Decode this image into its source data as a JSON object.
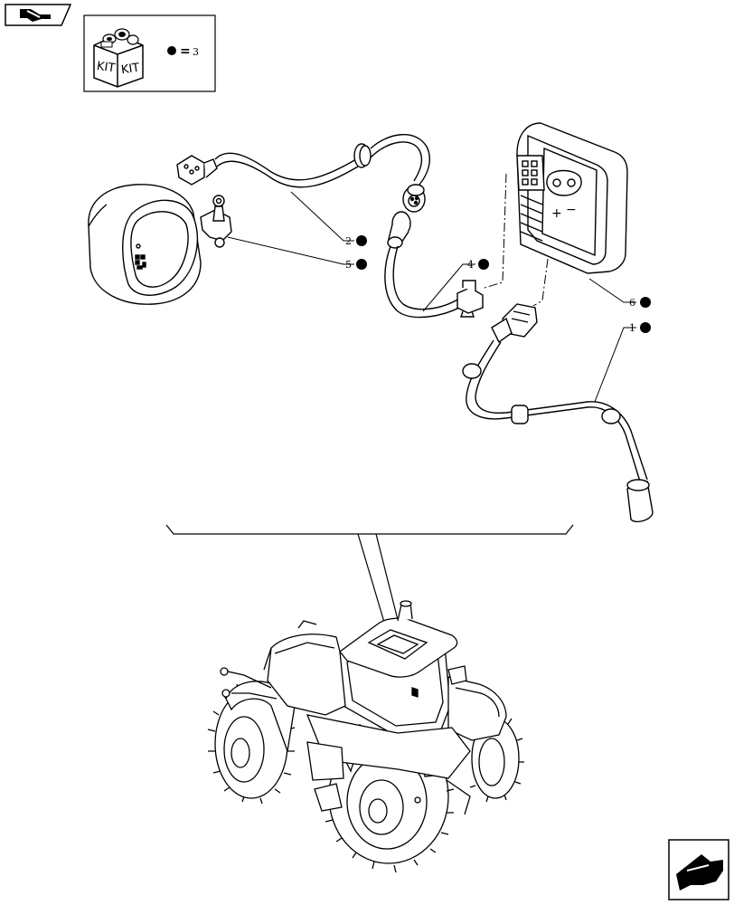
{
  "kit_box": {
    "kit_label_left": "KIT",
    "kit_label_right": "KIT",
    "equals": "=",
    "quantity": "3"
  },
  "callouts": [
    {
      "id": "callout-2",
      "label": "2"
    },
    {
      "id": "callout-5",
      "label": "5"
    },
    {
      "id": "callout-4",
      "label": "4"
    },
    {
      "id": "callout-6",
      "label": "6"
    },
    {
      "id": "callout-1",
      "label": "1"
    }
  ],
  "icons": {
    "top_left": "previous-page-arrow-icon",
    "bottom_right": "next-page-arrow-icon"
  }
}
